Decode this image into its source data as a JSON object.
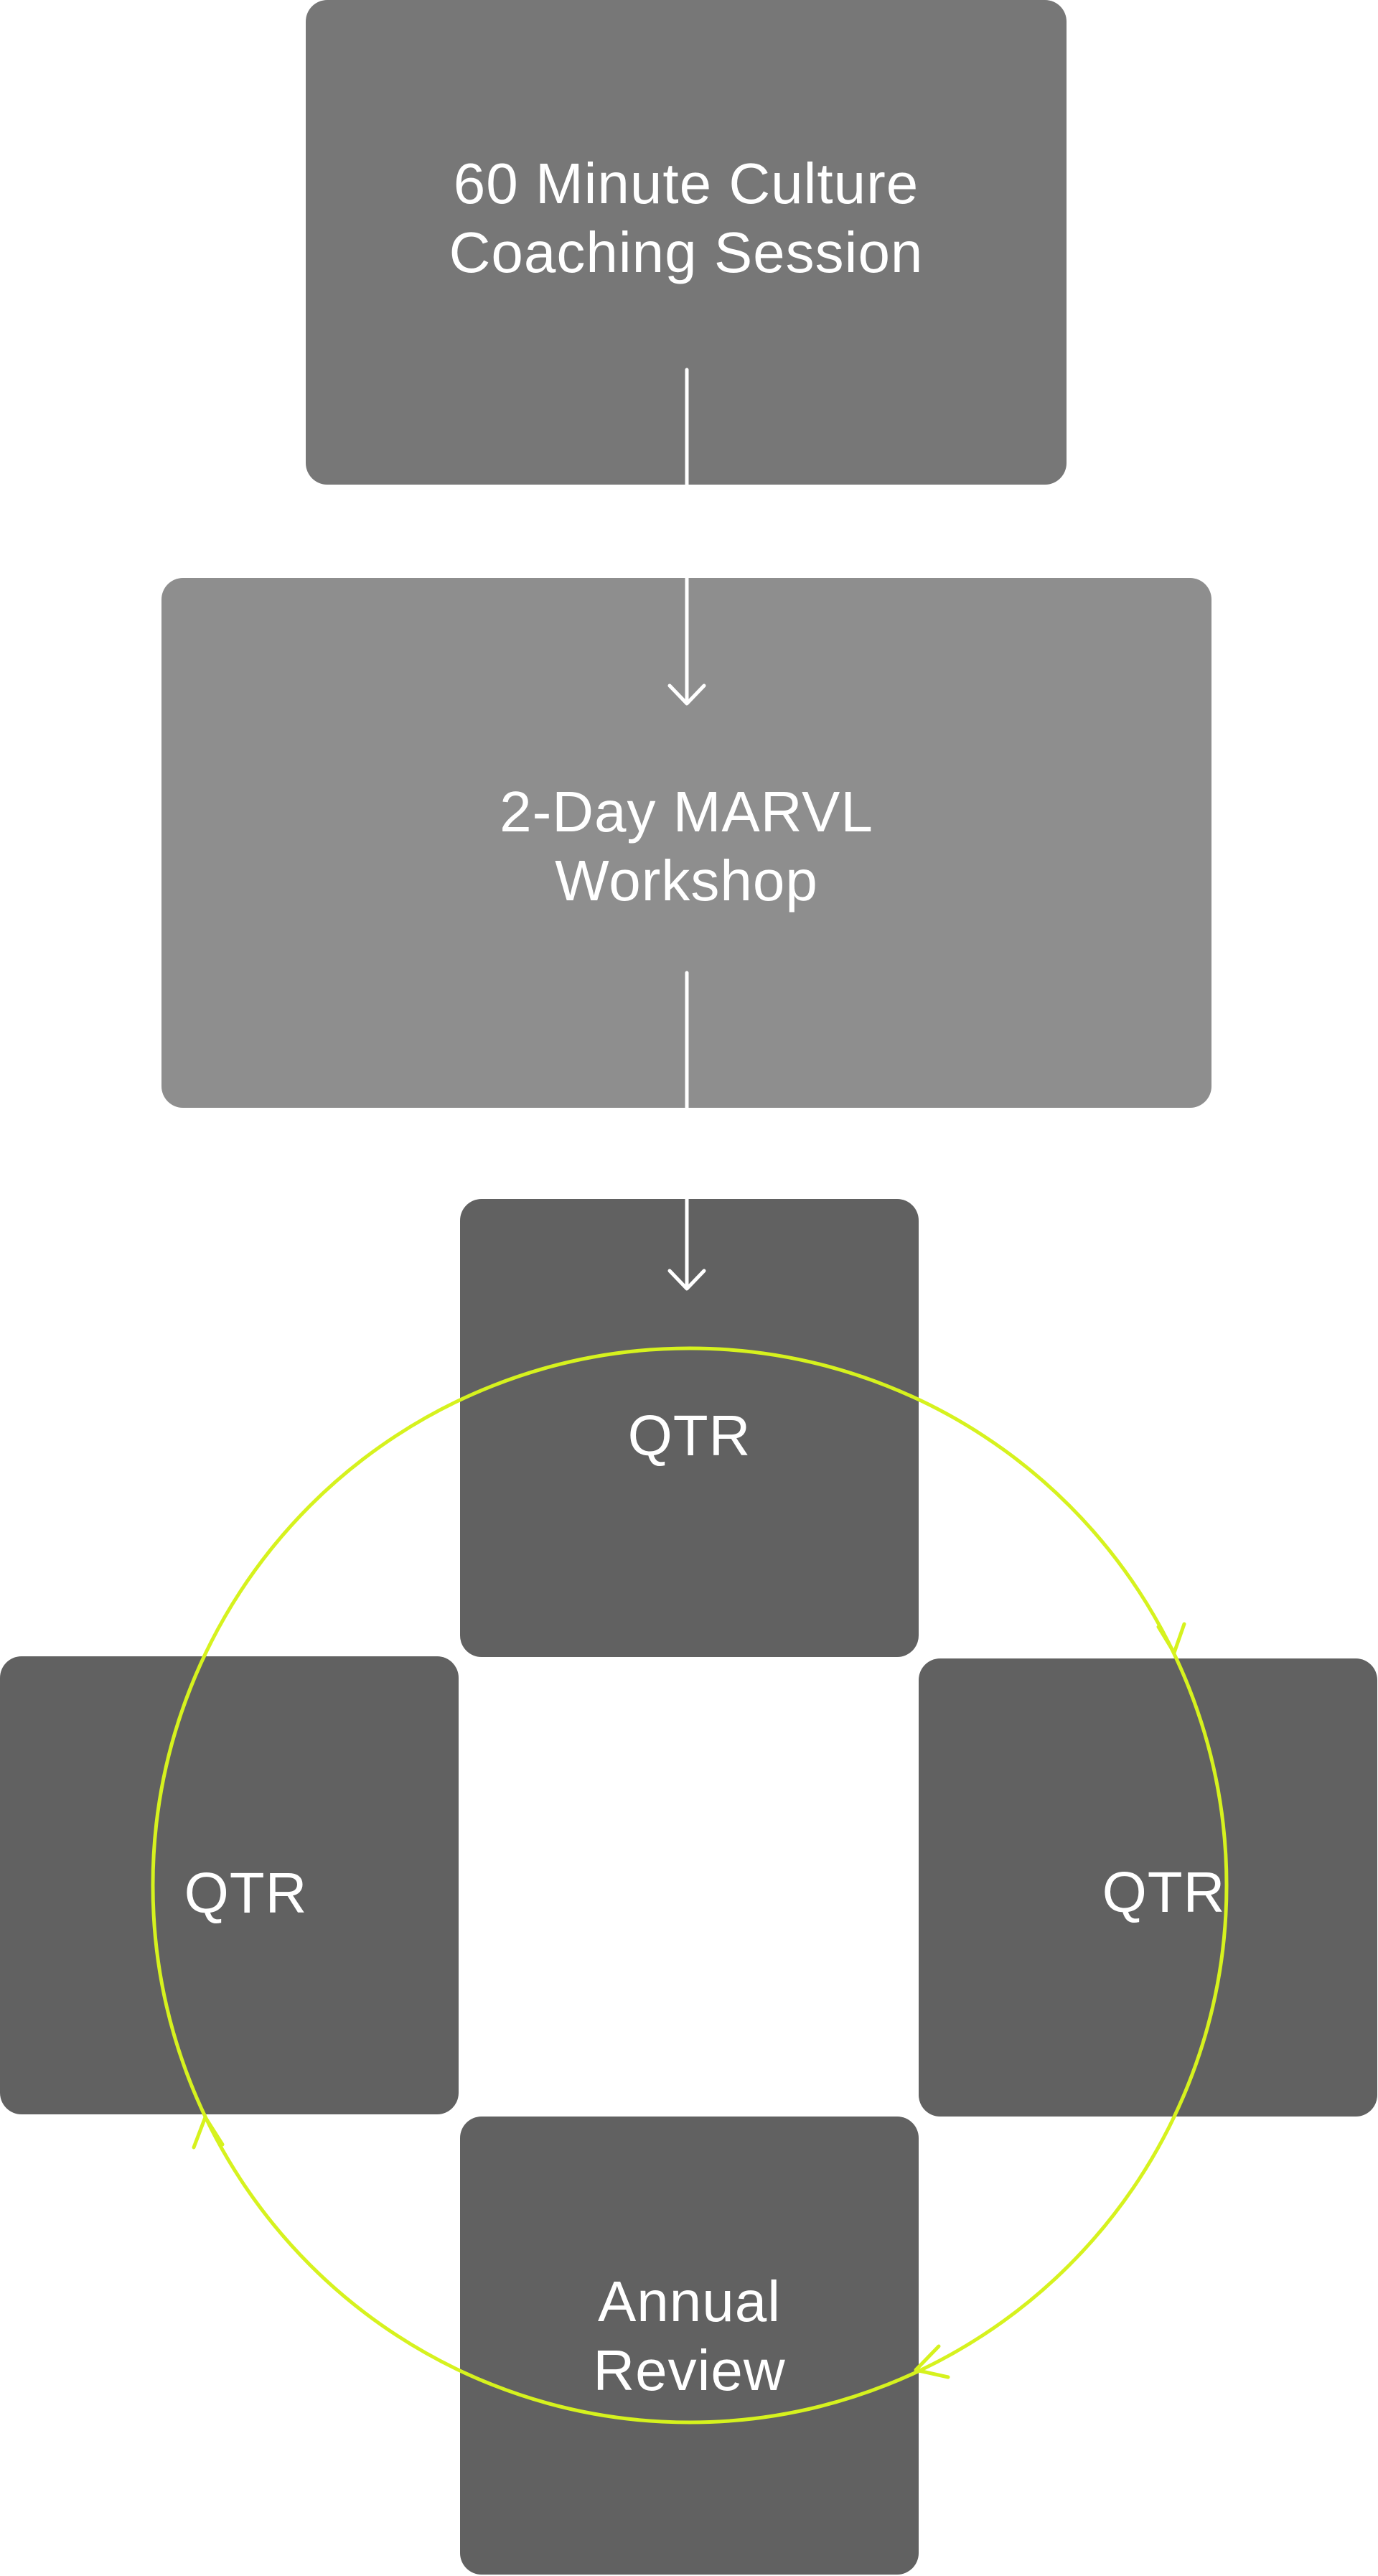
{
  "diagram": {
    "nodes": {
      "coaching": {
        "lines": [
          "60 Minute Culture",
          "Coaching Session"
        ]
      },
      "workshop": {
        "lines": [
          "2-Day MARVL",
          "Workshop"
        ]
      },
      "qtr_top": {
        "lines": [
          "QTR"
        ]
      },
      "qtr_left": {
        "lines": [
          "QTR"
        ]
      },
      "qtr_right": {
        "lines": [
          "QTR"
        ]
      },
      "annual": {
        "lines": [
          "Annual",
          "Review"
        ]
      }
    },
    "connectors": [
      {
        "from": "coaching",
        "to": "workshop"
      },
      {
        "from": "workshop",
        "to": "qtr_top"
      }
    ],
    "cycle": {
      "order": [
        "qtr_top",
        "qtr_right",
        "annual",
        "qtr_left"
      ],
      "direction": "clockwise"
    },
    "colors": {
      "coaching_box": "#777777",
      "workshop_box": "#8e8e8e",
      "cycle_box": "#616161",
      "text": "#ffffff",
      "connector": "#ffffff",
      "cycle_ring": "#d6f21e"
    }
  }
}
